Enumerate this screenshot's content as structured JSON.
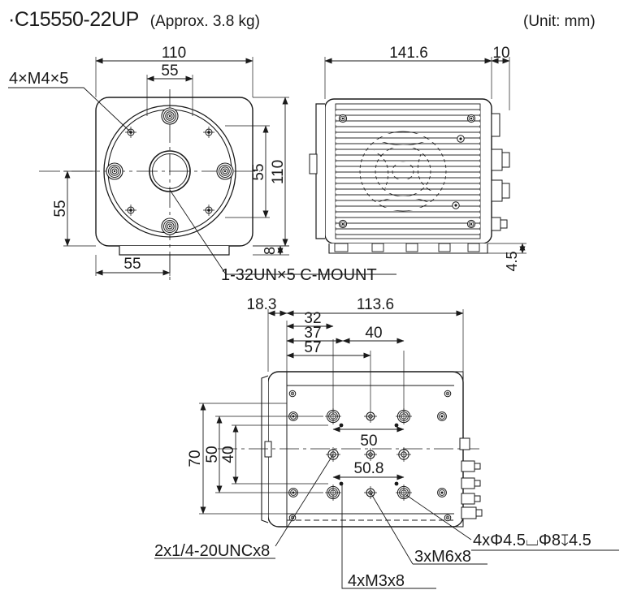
{
  "header": {
    "model": "·C15550-22UP",
    "weight": "(Approx. 3.8 kg)",
    "unit": "(Unit: mm)"
  },
  "drawing": {
    "type": "mechanical-dimension-drawing",
    "views": [
      "front-view",
      "side-view",
      "bottom-view"
    ],
    "line_color": "#1a1a1a",
    "fill_color": "#ffffff",
    "dim_color": "#1a1a1a"
  },
  "front_view": {
    "name": "front-view",
    "dimensions": {
      "width_overall": "110",
      "width_bolt_circle": "55",
      "height_overall": "110",
      "height_bolt_circle": "55",
      "height_left": "55",
      "bottom_offset": "55",
      "foot_thickness": "8"
    },
    "callouts": {
      "tapped_holes": "4×M4×5",
      "lens_mount": "1-32UN×5 C-MOUNT"
    }
  },
  "side_view": {
    "name": "side-view",
    "dimensions": {
      "body_length": "141.6",
      "connector_depth": "10",
      "foot_height": "4.5"
    }
  },
  "bottom_view": {
    "name": "bottom-view",
    "dimensions": {
      "front_offset": "18.3",
      "body_length": "113.6",
      "d32": "32",
      "d37": "37",
      "d57": "57",
      "d40": "40",
      "d50": "50",
      "d50_8": "50.8",
      "v70": "70",
      "v50": "50",
      "v40": "40"
    },
    "callouts": {
      "unc_holes": "2x1/4-20UNCx8",
      "m3_holes": "4xM3x8",
      "m6_holes": "3xM6x8",
      "clearance_holes": "4xΦ4.5⌴Φ8↧4.5"
    }
  }
}
